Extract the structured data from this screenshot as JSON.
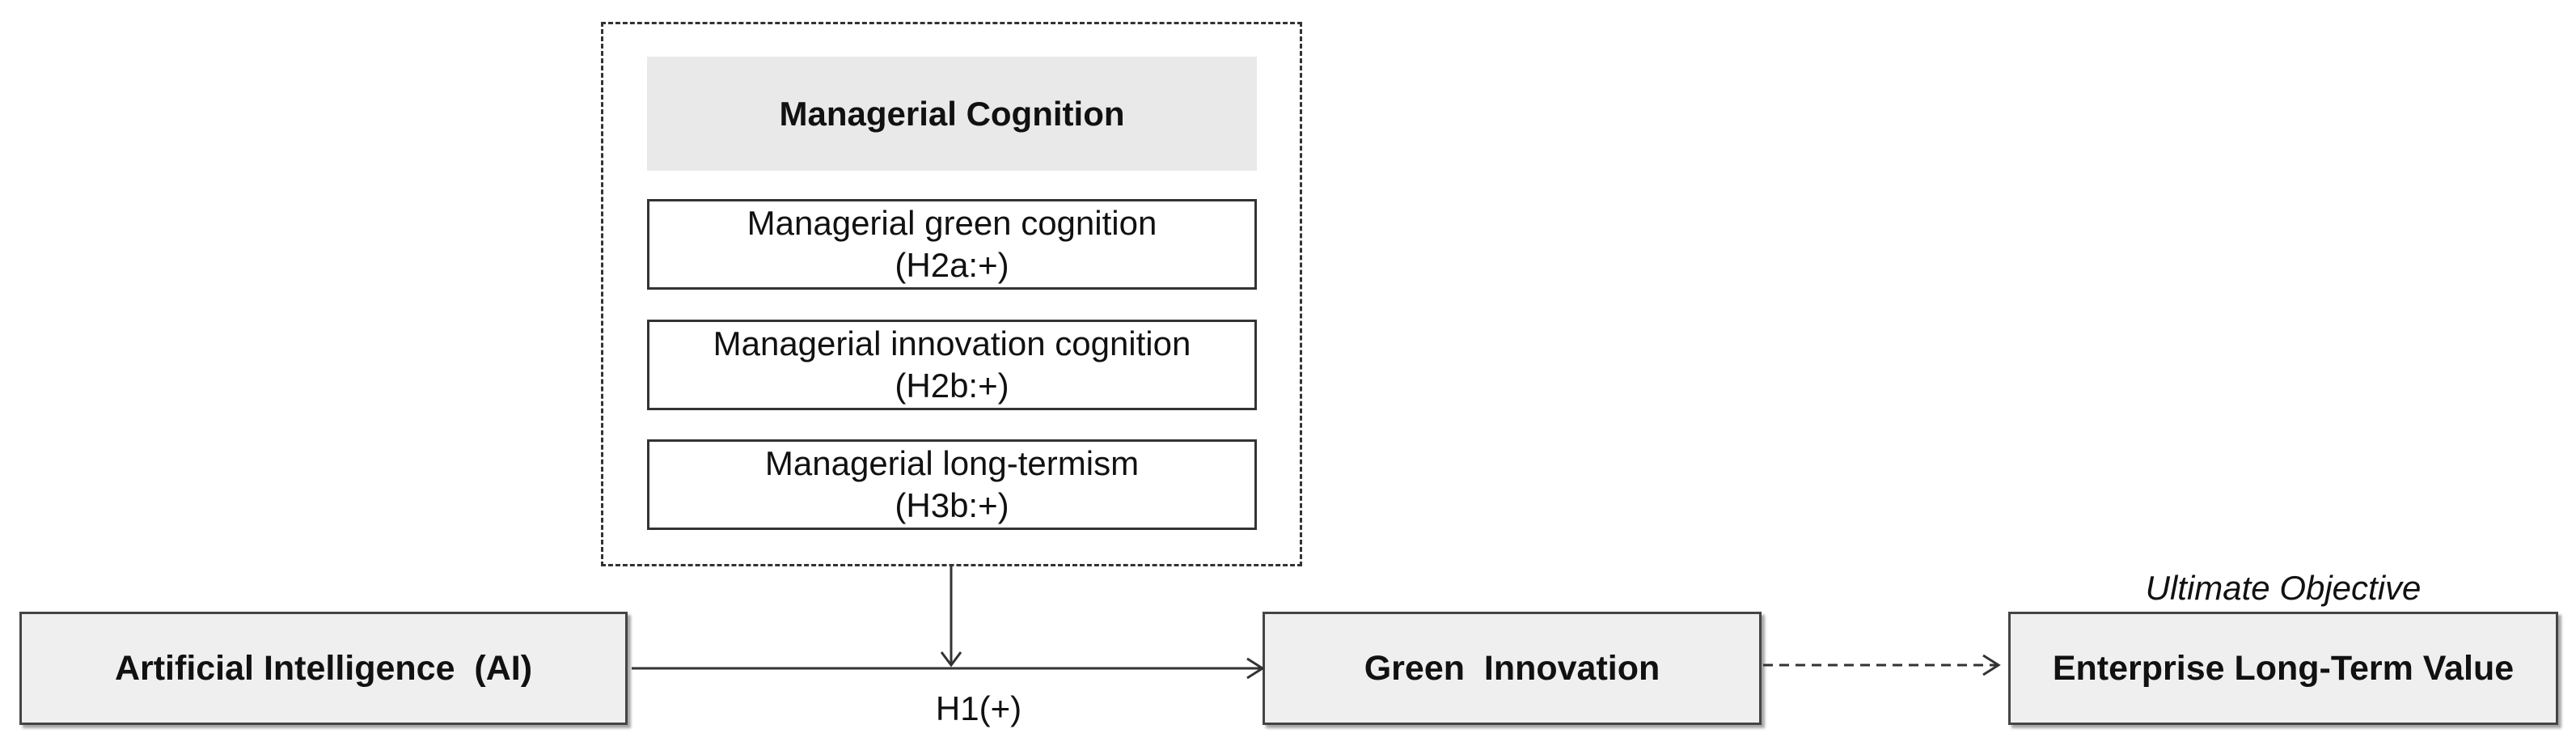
{
  "moderator": {
    "title": "Managerial Cognition",
    "items": [
      {
        "name": "Managerial green cognition",
        "hypothesis": "(H2a:+)"
      },
      {
        "name": "Managerial innovation cognition",
        "hypothesis": "(H2b:+)"
      },
      {
        "name": "Managerial long-termism",
        "hypothesis": "(H3b:+)"
      }
    ]
  },
  "nodes": {
    "ai": "Artificial Intelligence  (AI)",
    "green_innovation": "Green  Innovation",
    "enterprise_value": "Enterprise Long-Term Value"
  },
  "ultimate_objective": "Ultimate Objective",
  "h1_label": "H1(+)",
  "colors": {
    "header_fill": "#e9e9e9",
    "node_fill": "#efefef",
    "stroke": "#333333"
  }
}
